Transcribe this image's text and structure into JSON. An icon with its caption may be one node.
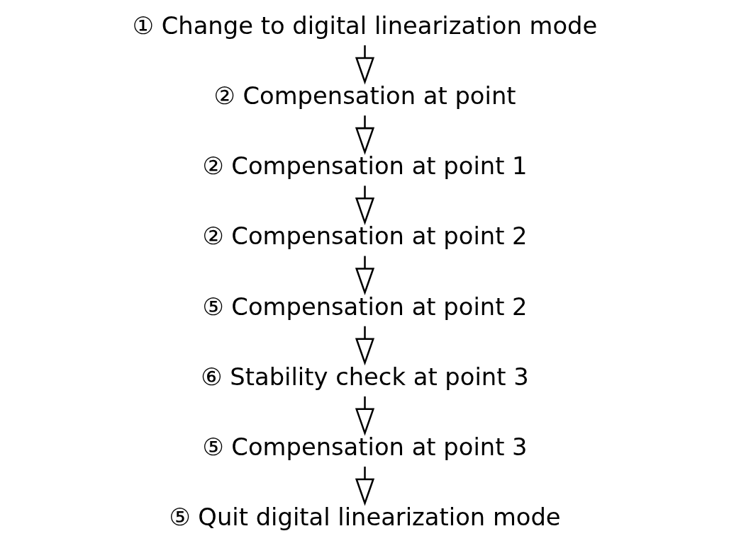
{
  "diagram": {
    "nodes": [
      {
        "text": [
          "① Change to digital linearization mode"
        ]
      },
      {
        "text": [
          "② Compensation at point"
        ]
      },
      {
        "text": [
          "② Compensation at point 1"
        ]
      },
      {
        "text": [
          "② Compensation at point 2"
        ]
      },
      {
        "text": [
          "⑤ Compensation at point 2"
        ]
      },
      {
        "text": [
          "⑥ Stability check at point 3"
        ]
      },
      {
        "text": [
          "⑤ Compensation at point 3"
        ]
      },
      {
        "text": [
          "⑤ Quit digital linearization mode"
        ]
      }
    ],
    "edges": [
      {
        "from": 0,
        "to": 1,
        "arrow": "to"
      },
      {
        "from": 1,
        "to": 2,
        "arrow": "to"
      },
      {
        "from": 2,
        "to": 3,
        "arrow": "to"
      },
      {
        "from": 3,
        "to": 4,
        "arrow": "to"
      },
      {
        "from": 4,
        "to": 5,
        "arrow": "to"
      },
      {
        "from": 5,
        "to": 6,
        "arrow": "to"
      },
      {
        "from": 6,
        "to": 7,
        "arrow": "to"
      }
    ]
  }
}
